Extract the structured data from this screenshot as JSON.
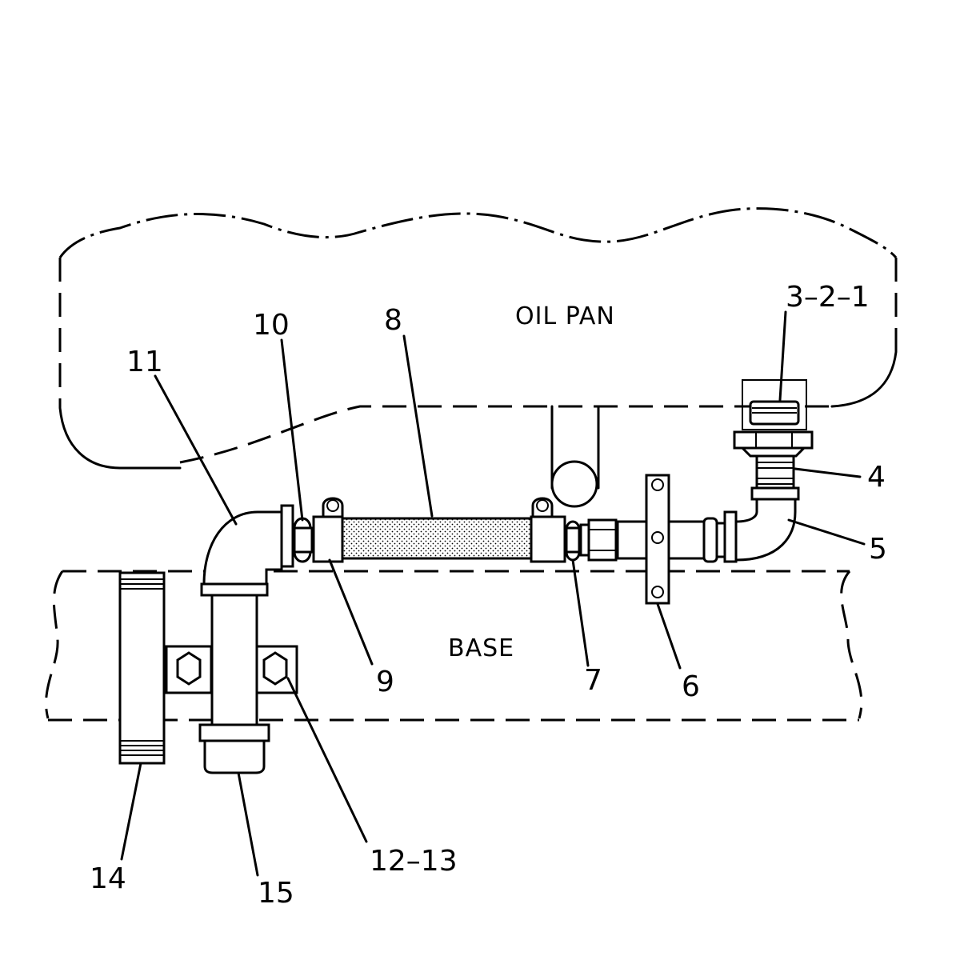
{
  "areas": {
    "oil_pan": "OIL PAN",
    "base": "BASE"
  },
  "callouts": {
    "c321": "3–2–1",
    "c4": "4",
    "c5": "5",
    "c6": "6",
    "c7": "7",
    "c8": "8",
    "c9": "9",
    "c10": "10",
    "c11": "11",
    "c1213": "12–13",
    "c14": "14",
    "c15": "15"
  }
}
